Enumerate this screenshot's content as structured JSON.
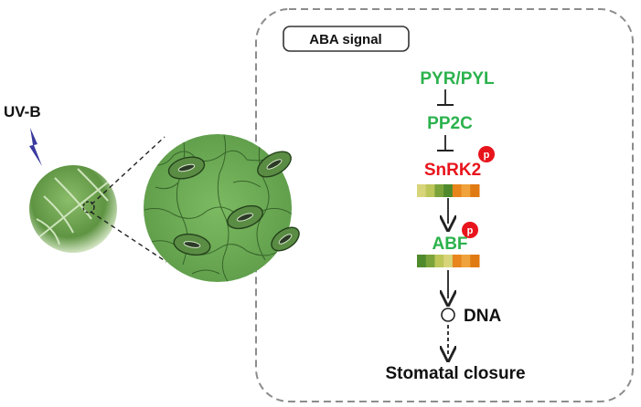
{
  "stimulus": {
    "label": "UV-B"
  },
  "panel": {
    "title": "ABA signal",
    "pathway": {
      "receptor": "PYR/PYL",
      "phosphatase": "PP2C",
      "kinase": "SnRK2",
      "transcription_factor": "ABF",
      "target": "DNA",
      "outcome": "Stomatal closure",
      "phospho_mark": "p"
    }
  },
  "colors": {
    "green_text": "#2bb24c",
    "red_text": "#e8141c",
    "badge": "#e8141c",
    "panel_border": "#8c8c8c",
    "lightning": "#3a3a9e",
    "leaf": "#6fa352",
    "cell_fill": "#72b05a",
    "bar1": [
      "#d8d47a",
      "#bcc659",
      "#7aa33a",
      "#4f8a2c",
      "#e8851c",
      "#f0a23c",
      "#e07a12"
    ],
    "bar2": [
      "#4f8a2c",
      "#7aa33a",
      "#bcc659",
      "#d8d47a",
      "#e8851c",
      "#f0a23c",
      "#e07a12"
    ]
  },
  "icons": [
    "lightning-bolt-icon",
    "leaf-icon",
    "phospho-badge-icon"
  ]
}
